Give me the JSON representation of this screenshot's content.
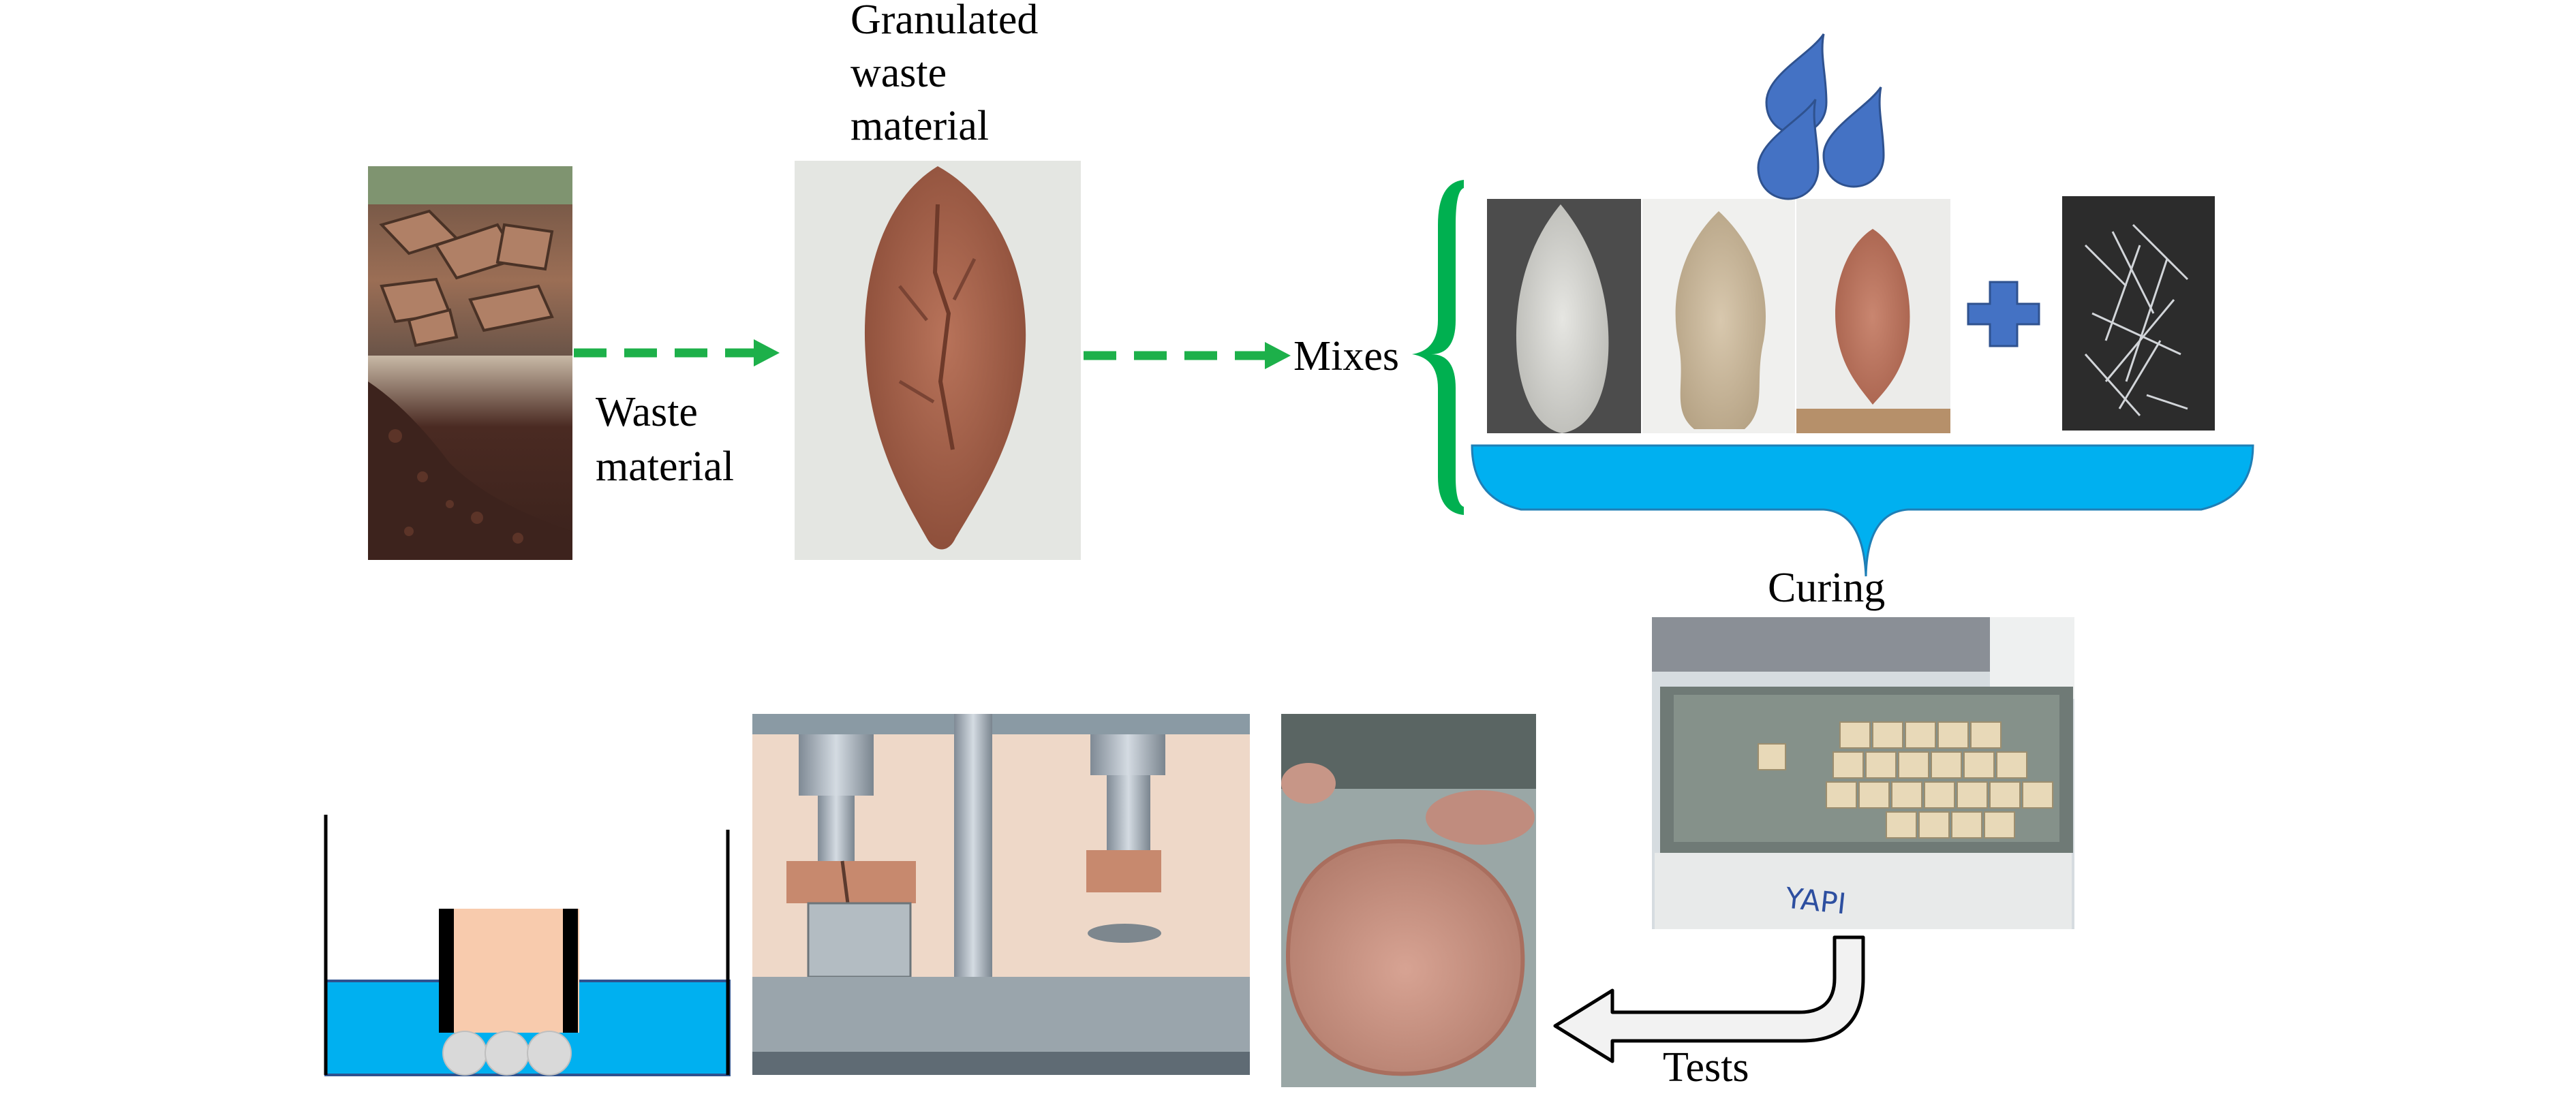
{
  "labels": {
    "granulated_line1": "Granulated",
    "granulated_line2": "waste",
    "granulated_line3": "material",
    "waste_line1": "Waste",
    "waste_line2": "material",
    "mixes": "Mixes",
    "curing": "Curing",
    "tests": "Tests",
    "tank_marking": "YAPI"
  },
  "colors": {
    "arrow_green": "#1db04a",
    "brace_green": "#00b050",
    "brace_blue": "#00b0f0",
    "water_drop": "#4472c4",
    "plus_blue": "#4472c4",
    "water_blue": "#00b0f0",
    "specimen": "#f8cbad",
    "grey_arrow": "#f2f2f2"
  },
  "icons": {
    "flow_arrow": "dashed-arrow-icon",
    "water": "water-drop-icon",
    "plus": "plus-icon",
    "return": "u-turn-arrow-icon"
  }
}
